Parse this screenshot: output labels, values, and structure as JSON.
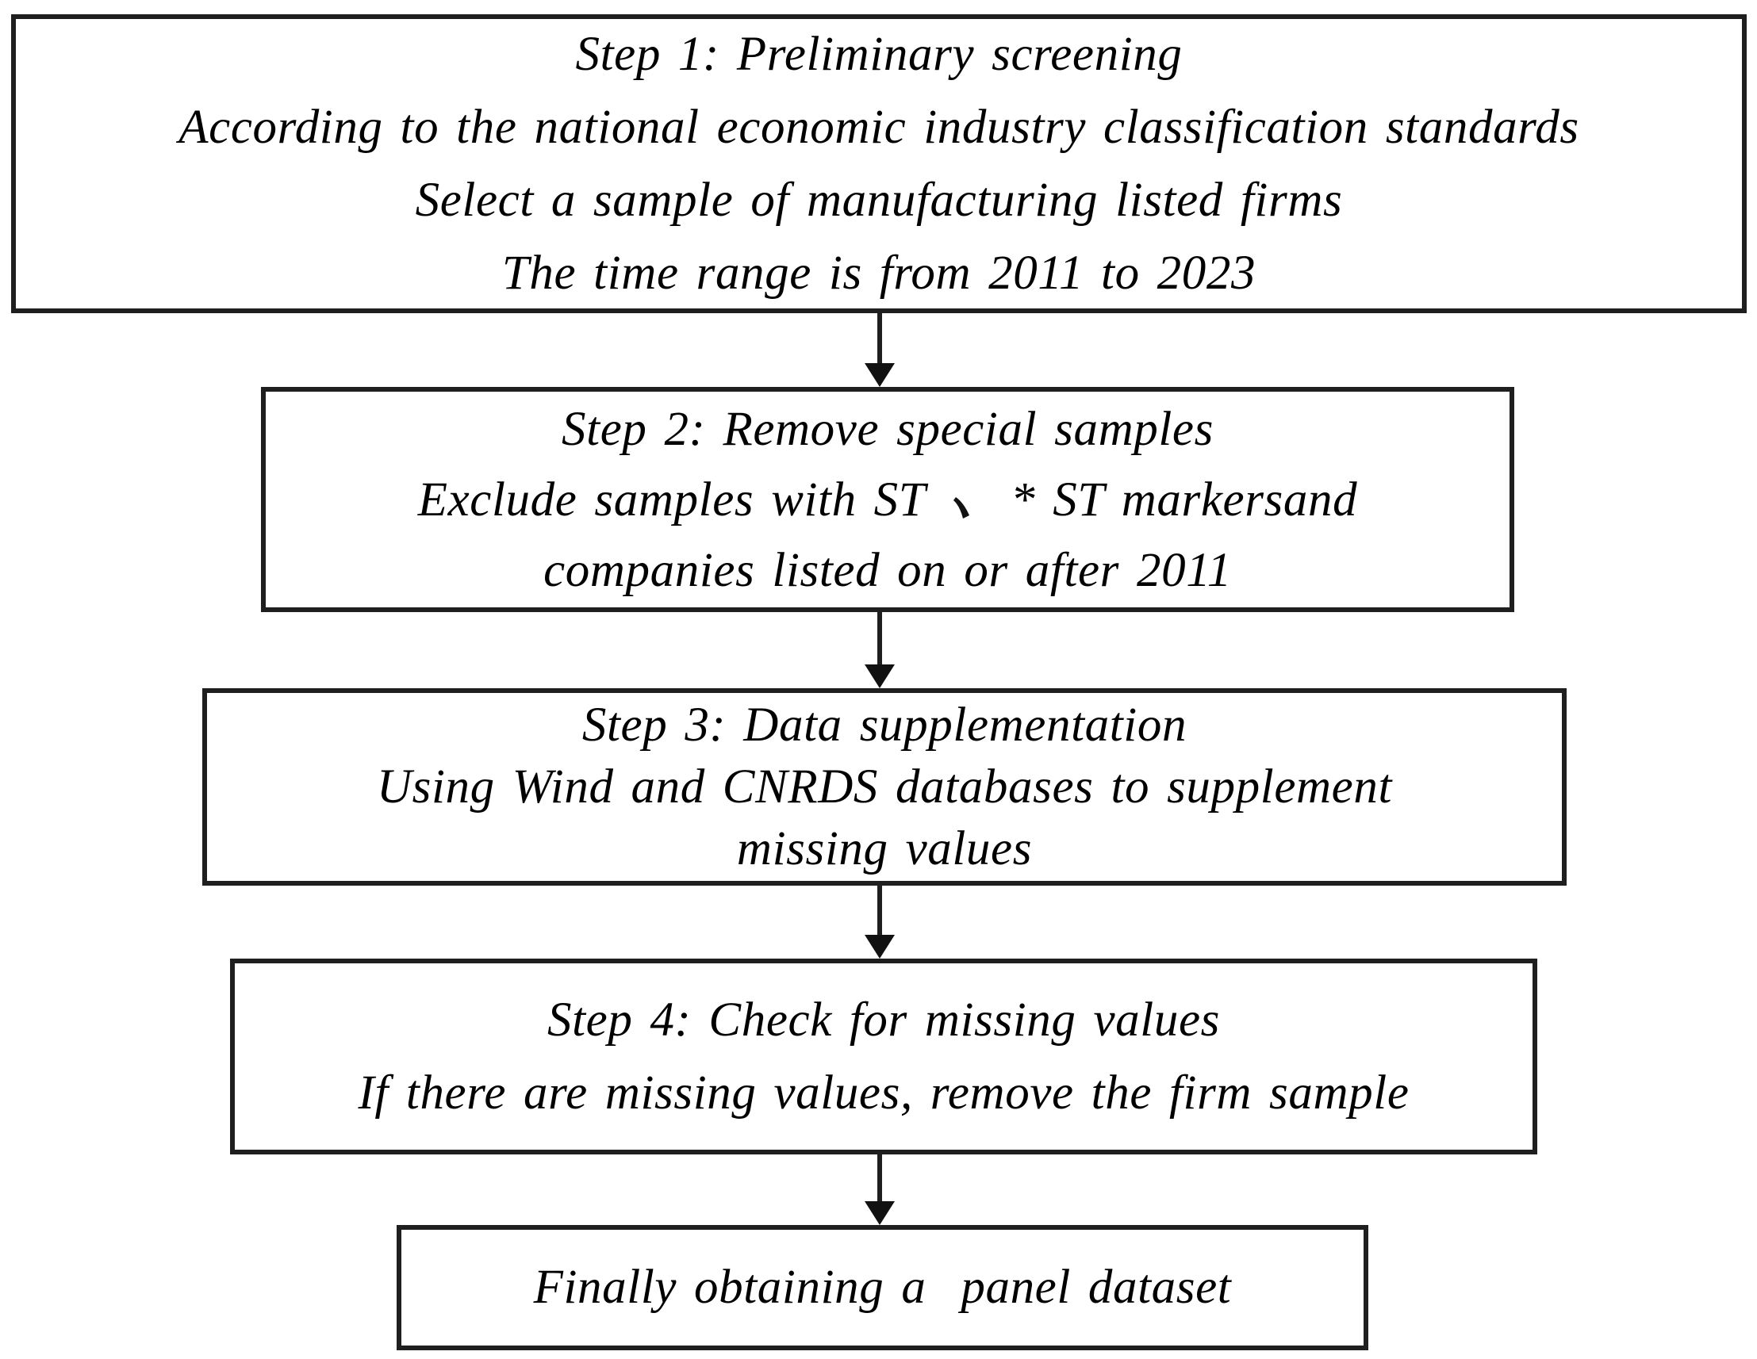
{
  "flowchart": {
    "background_color": "#ffffff",
    "border_color": "#1f1f1f",
    "text_color": "#000000",
    "steps": [
      {
        "id": "step-1",
        "lines": [
          "Step 1: Preliminary screening",
          "According to the national economic industry classification standards",
          "Select a sample of manufacturing listed firms",
          "The time range is from 2011 to 2023"
        ]
      },
      {
        "id": "step-2",
        "lines": [
          "Step 2: Remove special samples",
          "Exclude samples with ST 、 * ST markersand",
          "companies listed on or after 2011"
        ]
      },
      {
        "id": "step-3",
        "lines": [
          "Step 3: Data supplementation",
          "Using Wind and CNRDS databases to supplement",
          "missing values"
        ]
      },
      {
        "id": "step-4",
        "lines": [
          "Step 4: Check for missing values",
          "If there are missing values, remove the firm sample"
        ]
      },
      {
        "id": "final",
        "lines": [
          "Finally obtaining a  panel dataset"
        ]
      }
    ]
  }
}
